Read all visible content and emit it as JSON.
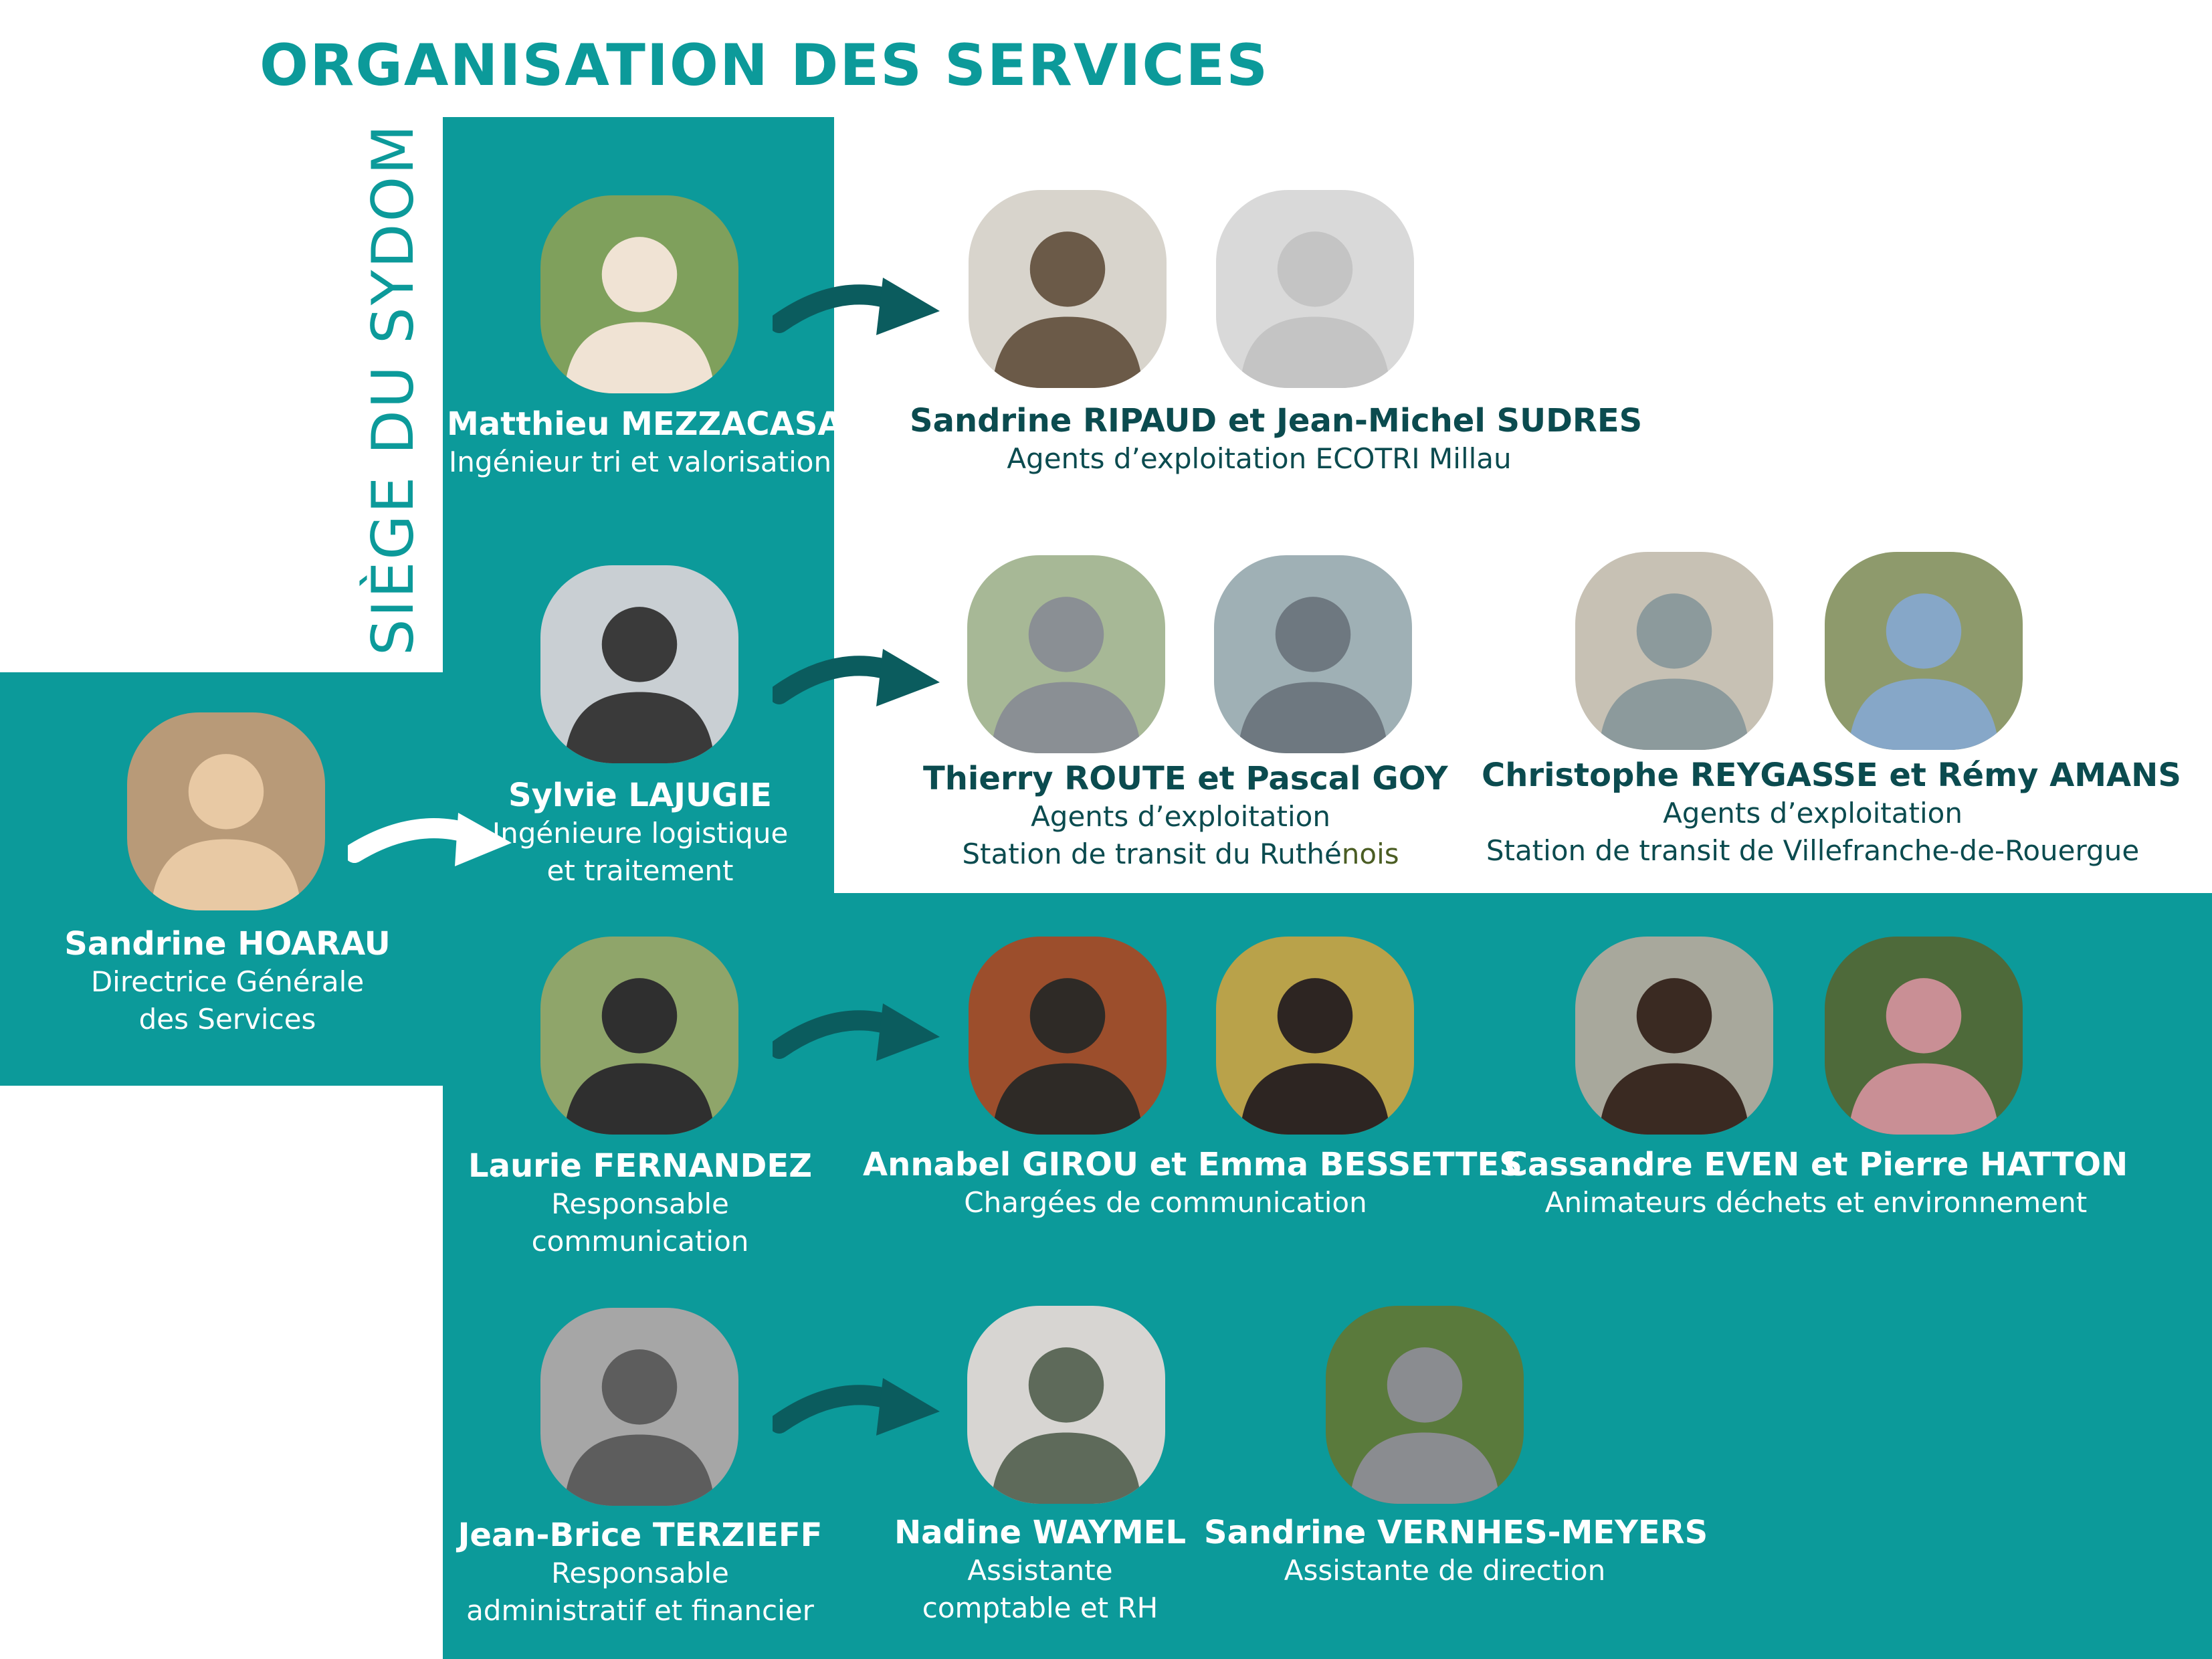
{
  "title": "ORGANISATION DES SERVICES",
  "siege_label": "SIÈGE DU SYDOM",
  "colors": {
    "accent": "#0c9a9a",
    "dark_teal": "#0b5c5e",
    "dark_text": "#0b4b4f"
  },
  "director": {
    "name": "Sandrine HOARAU",
    "role_line1": "Directrice Générale",
    "role_line2": "des Services"
  },
  "managers": [
    {
      "name": "Matthieu MEZZACASA",
      "role_line1": "Ingénieur tri et valorisation",
      "role_line2": ""
    },
    {
      "name": "Sylvie LAJUGIE",
      "role_line1": "Ingénieure logistique",
      "role_line2": "et traitement"
    },
    {
      "name": "Laurie FERNANDEZ",
      "role_line1": "Responsable",
      "role_line2": "communication"
    },
    {
      "name": "Jean-Brice TERZIEFF",
      "role_line1": "Responsable",
      "role_line2": "administratif et financier"
    }
  ],
  "teams": [
    {
      "name": "Sandrine RIPAUD et Jean-Michel SUDRES",
      "role_line1": "Agents d’exploitation ECOTRI Millau",
      "role_line2": ""
    },
    {
      "name": "Thierry ROUTE et Pascal GOY",
      "role_line1": "Agents d’exploitation",
      "role_line2": "Station de transit du Ruthé",
      "role_line2_suffix": "nois"
    },
    {
      "name": "Christophe REYGASSE et Rémy AMANS",
      "role_line1": "Agents d’exploitation",
      "role_line2": "Station de transit de Villefranche-de-Rouergue"
    },
    {
      "name": "Annabel GIROU et Emma BESSETTES",
      "role_line1": "Chargées de communication",
      "role_line2": ""
    },
    {
      "name": "Cassandre EVEN et Pierre HATTON",
      "role_line1": "Animateurs déchets et environnement",
      "role_line2": ""
    },
    {
      "name": "Nadine WAYMEL",
      "role_line1": "Assistante",
      "role_line2": "comptable et RH"
    },
    {
      "name": "Sandrine VERNHES-MEYERS",
      "role_line1": "Assistante de direction",
      "role_line2": ""
    }
  ]
}
